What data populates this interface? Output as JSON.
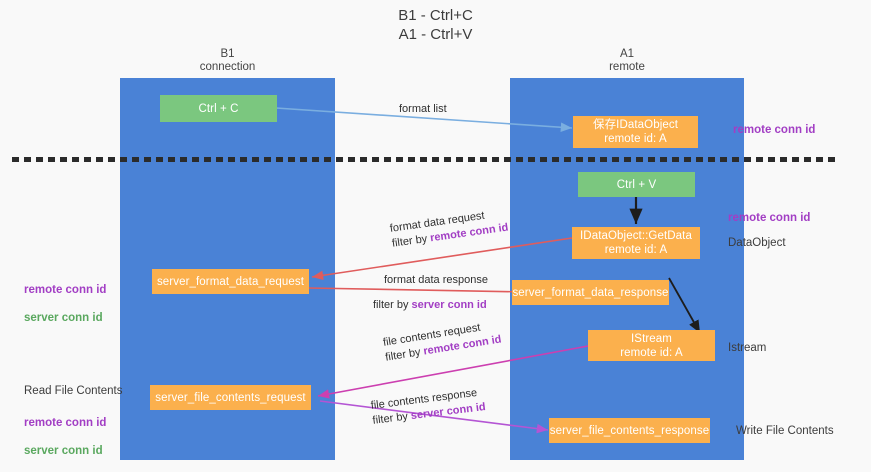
{
  "title": "B1 - Ctrl+C\nA1 - Ctrl+V",
  "columns": [
    {
      "name": "column-b1",
      "label": "B1\nconnection"
    },
    {
      "name": "column-a1",
      "label": "A1\nremote"
    }
  ],
  "nodes": [
    {
      "name": "node-ctrl-c",
      "label": "Ctrl + C",
      "color": "#7bc77f"
    },
    {
      "name": "node-save-idataobject",
      "label": "保存IDataObject\nremote id: A",
      "color": "#fbb04d"
    },
    {
      "name": "node-ctrl-v",
      "label": "Ctrl + V",
      "color": "#7bc77f"
    },
    {
      "name": "node-idataobject-getdata",
      "label": "IDataObject::GetData\nremote id: A",
      "color": "#fbb04d"
    },
    {
      "name": "node-server-format-data-request",
      "label": "server_format_data_request",
      "color": "#fbb04d"
    },
    {
      "name": "node-server-format-data-response",
      "label": "server_format_data_response",
      "color": "#fbb04d"
    },
    {
      "name": "node-istream",
      "label": "IStream\nremote id: A",
      "color": "#fbb04d"
    },
    {
      "name": "node-server-file-contents-request",
      "label": "server_file_contents_request",
      "color": "#fbb04d"
    },
    {
      "name": "node-server-file-contents-response",
      "label": "server_file_contents_response",
      "color": "#fbb04d"
    }
  ],
  "edges": [
    {
      "name": "edge-format-list",
      "caption": "format list",
      "filter": "",
      "color": "#7aaee0"
    },
    {
      "name": "edge-format-data-request",
      "caption": "format data request",
      "filter_prefix": "filter by ",
      "filter_key": "remote conn id",
      "color": "#e05c5c"
    },
    {
      "name": "edge-format-data-response",
      "caption": "format data response",
      "filter_prefix": "filter by ",
      "filter_key": "server conn id",
      "color": "#e05c5c"
    },
    {
      "name": "edge-file-contents-request",
      "caption": "file contents request",
      "filter_prefix": "filter by ",
      "filter_key": "remote conn id",
      "color": "#cc3fb0"
    },
    {
      "name": "edge-file-contents-response",
      "caption": "file contents response",
      "filter_prefix": "filter by ",
      "filter_key": "server conn id",
      "color": "#b455d4"
    }
  ],
  "side_labels": {
    "remote_conn_id_top": "remote conn id",
    "remote_conn_id_middle": "remote conn id",
    "dataobject": "DataObject",
    "istream": "Istream",
    "write_file_contents": "Write File Contents",
    "read_file_contents": "Read File Contents",
    "remote_conn_id": "remote conn id",
    "server_conn_id": "server conn id"
  },
  "colors": {
    "lane": "#4a82d6",
    "green": "#7bc77f",
    "orange": "#fbb04d",
    "purple": "#a23ec4",
    "green_text": "#5aa85f",
    "red_arrow": "#e05c5c",
    "magenta_arrow": "#cc3fb0",
    "violet_arrow": "#b455d4",
    "blue_arrow": "#7aaee0",
    "background": "#f9f9f9"
  }
}
